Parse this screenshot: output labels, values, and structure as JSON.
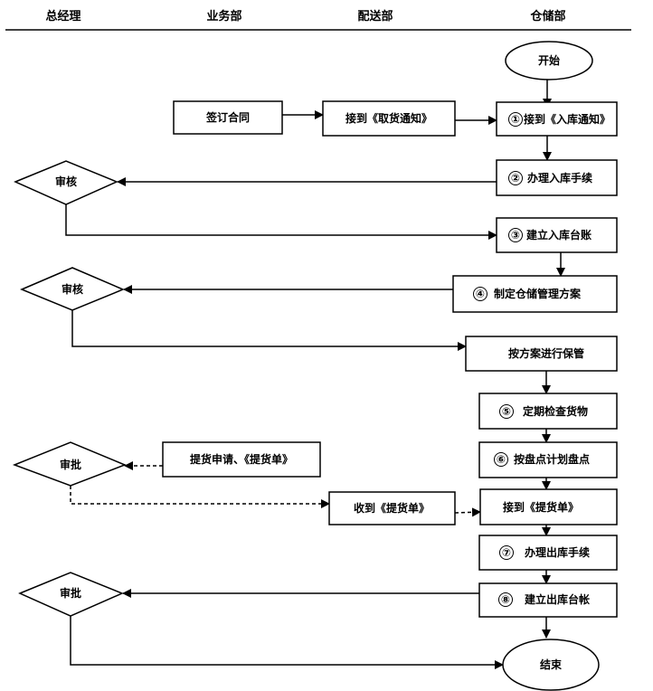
{
  "headers": {
    "gm": "总经理",
    "business": "业务部",
    "delivery": "配送部",
    "warehouse": "仓储部"
  },
  "nodes": {
    "start": "开始",
    "sign_contract": "签订合同",
    "pickup_notice": "接到《取货通知》",
    "step1_num": "①",
    "step1": "接到《入库通知》",
    "step2_num": "②",
    "step2": "办理入库手续",
    "review1": "审核",
    "step3_num": "③",
    "step3": "建立入库台账",
    "step4_num": "④",
    "step4": "制定仓储管理方案",
    "review2": "审核",
    "storage_plan": "按方案进行保管",
    "step5_num": "⑤",
    "step5": "定期检查货物",
    "step6_num": "⑥",
    "step6": "按盘点计划盘点",
    "apply_bill": "提货申请、《提货单》",
    "approve1": "审批",
    "receive_bill": "收到《提货单》",
    "got_bill": "接到《提货单》",
    "step7_num": "⑦",
    "step7": "办理出库手续",
    "approve2": "审批",
    "step8_num": "⑧",
    "step8": "建立出库台帐",
    "end": "结束"
  }
}
